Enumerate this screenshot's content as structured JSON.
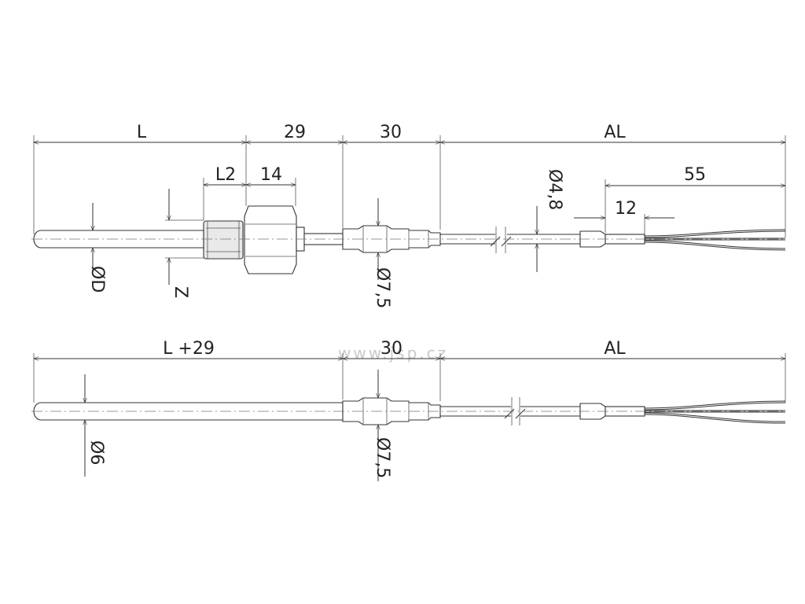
{
  "watermark": "www.jsp.cz",
  "top_view": {
    "dim_L": "L",
    "dim_29": "29",
    "dim_30": "30",
    "dim_AL": "AL",
    "dim_L2": "L2",
    "dim_14": "14",
    "dim_55": "55",
    "dim_12": "12",
    "dia_4_8": "Ø4,8",
    "dia_7_5": "Ø7,5",
    "dia_D": "ØD",
    "dim_Z": "Z"
  },
  "bottom_view": {
    "dim_L29": "L +29",
    "dim_30": "30",
    "dim_AL": "AL",
    "dia_6": "Ø6",
    "dia_7_5": "Ø7,5"
  }
}
